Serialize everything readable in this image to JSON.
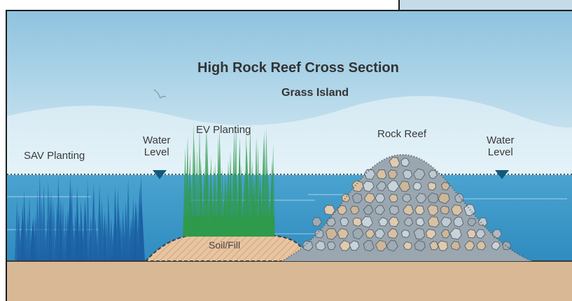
{
  "diagram": {
    "title": "High Rock Reef Cross Section",
    "subtitle": "Grass Island",
    "labels": {
      "sav_planting": "SAV Planting",
      "water_level_left_1": "Water",
      "water_level_left_2": "Level",
      "ev_planting": "EV Planting",
      "rock_reef": "Rock Reef",
      "water_level_right_1": "Water",
      "water_level_right_2": "Level",
      "soil_fill": "Soil/Fill"
    }
  },
  "colors": {
    "sky_top": "#8ec3df",
    "sky_bottom": "#d9ecf4",
    "water": "#4aa3cf",
    "water_deep": "#2f8bc0",
    "ground": "#d9b896",
    "soil": "#e8c4a0",
    "sav_grass": "#1b5fa3",
    "ev_grass": "#2f9a4c",
    "rock_mound": "#9aa7b0",
    "water_marker": "#13587a"
  }
}
